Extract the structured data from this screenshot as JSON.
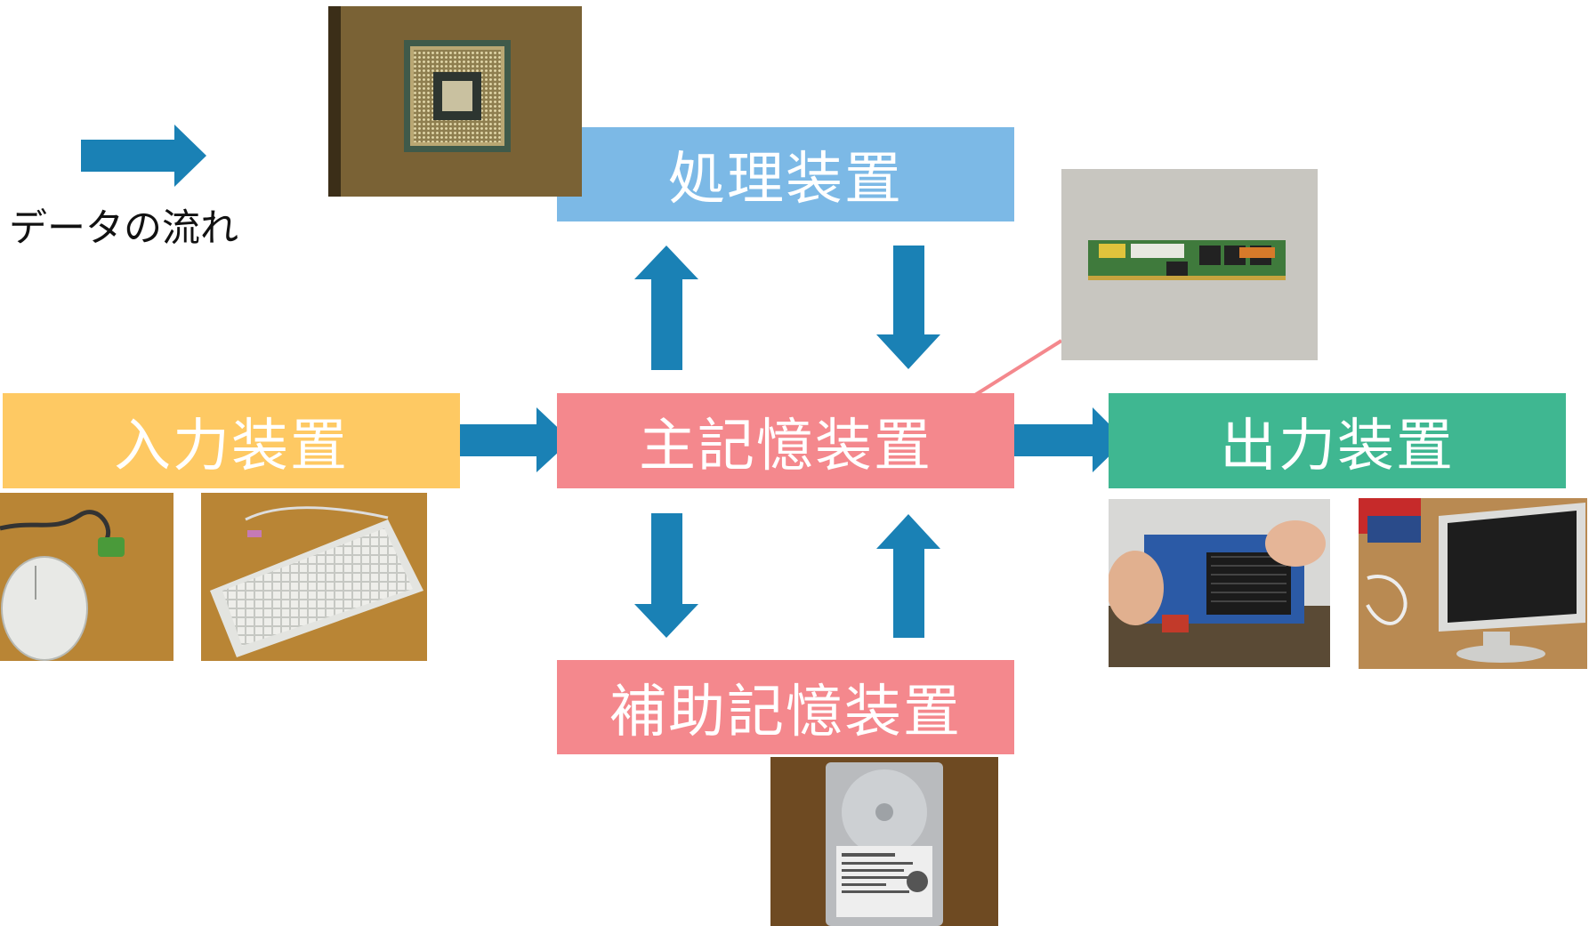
{
  "legend": {
    "label": "データの流れ"
  },
  "units": {
    "processing": "処理装置",
    "main_memory": "主記憶装置",
    "input": "入力装置",
    "output": "出力装置",
    "auxiliary_storage": "補助記憶装置"
  },
  "colors": {
    "processing_box": "#7cb9e6",
    "main_memory_box": "#f4888d",
    "input_box": "#fec963",
    "output_box": "#3fb791",
    "auxiliary_storage_box": "#f4888d",
    "arrow": "#1a81b5",
    "connector_line": "#f4888d"
  },
  "photos": {
    "cpu": "cpu-photo",
    "ram": "ram-module-photo",
    "mouse": "mouse-photo",
    "keyboard": "keyboard-photo",
    "graphics_card": "graphics-card-photo",
    "monitor": "monitor-photo",
    "hdd": "hard-disk-photo"
  }
}
